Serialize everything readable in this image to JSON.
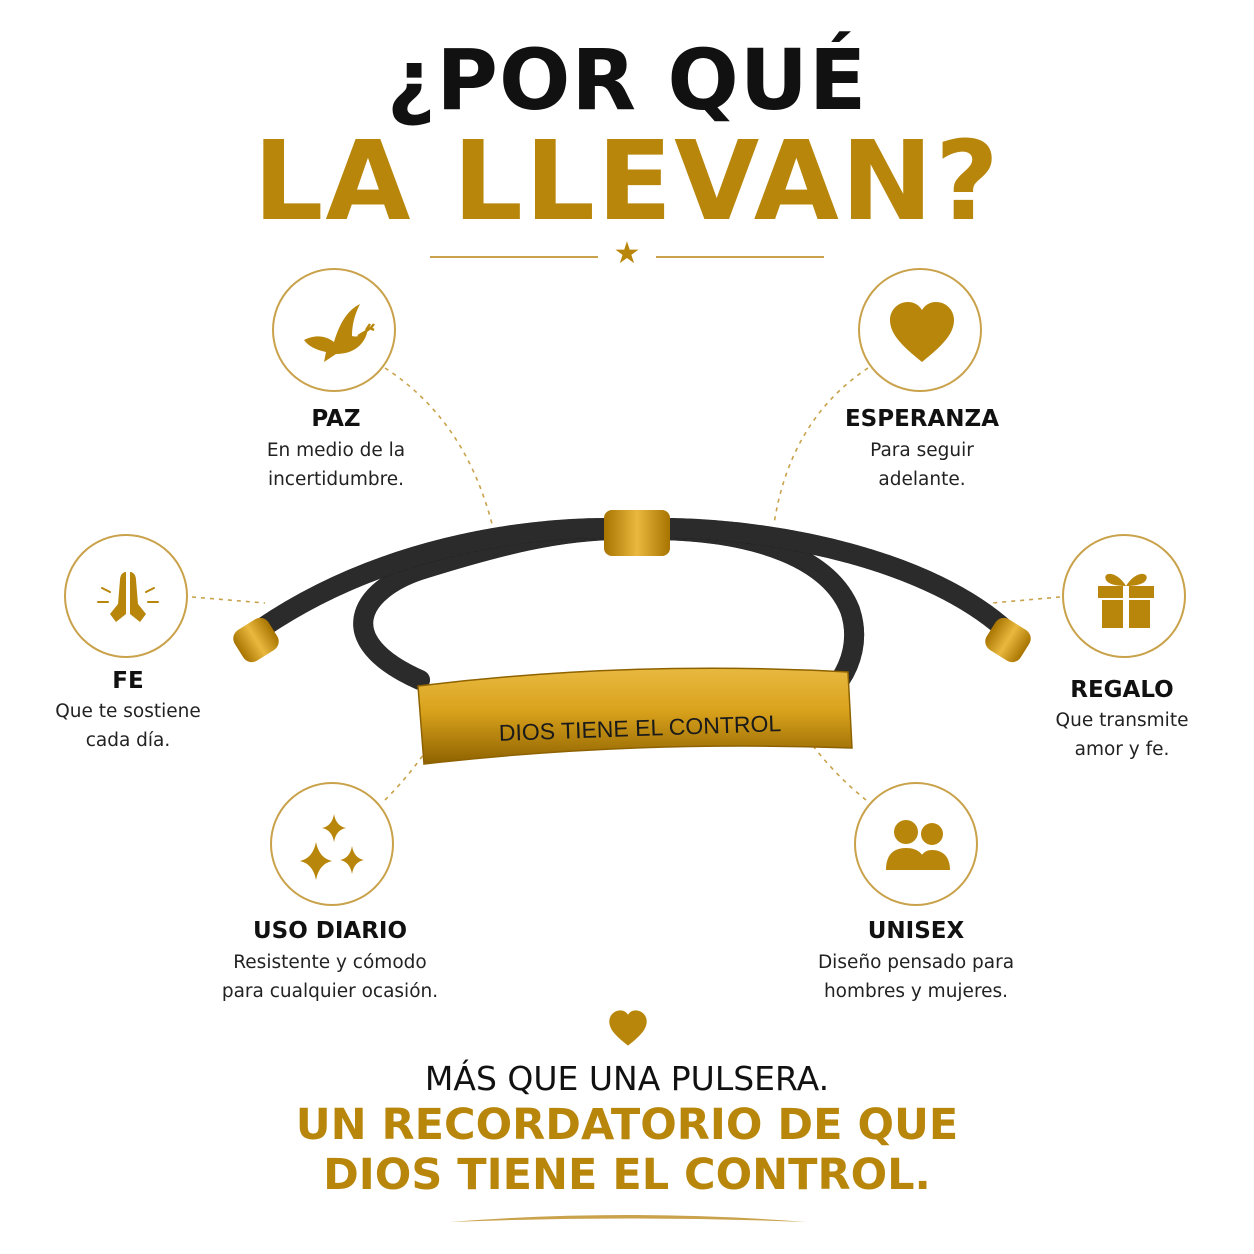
{
  "header": {
    "line1": "¿POR QUÉ",
    "line2": "LA LLEVAN?",
    "star": "★"
  },
  "features": {
    "paz": {
      "title": "PAZ",
      "line1": "En medio de la",
      "line2": "incertidumbre.",
      "icon": "dove-icon"
    },
    "esperanza": {
      "title": "ESPERANZA",
      "line1": "Para seguir",
      "line2": "adelante.",
      "icon": "heart-icon"
    },
    "fe": {
      "title": "FE",
      "line1": "Que te sostiene",
      "line2": "cada día.",
      "icon": "praying-hands-icon"
    },
    "regalo": {
      "title": "REGALO",
      "line1": "Que transmite",
      "line2": "amor y fe.",
      "icon": "gift-icon"
    },
    "uso_diario": {
      "title": "USO DIARIO",
      "line1": "Resistente y cómodo",
      "line2": "para cualquier ocasión.",
      "icon": "sparkles-icon"
    },
    "unisex": {
      "title": "UNISEX",
      "line1": "Diseño pensado para",
      "line2": "hombres y mujeres.",
      "icon": "people-icon"
    }
  },
  "product": {
    "engraving": "DIOS TIENE EL CONTROL"
  },
  "footer": {
    "line1": "MÁS QUE UNA PULSERA.",
    "line2": "UN RECORDATORIO DE QUE",
    "line3": "DIOS TIENE EL CONTROL.",
    "icon": "heart-icon"
  },
  "colors": {
    "gold": "#B8860B",
    "gold_light": "#C9A24B",
    "text_dark": "#111111",
    "cord": "#1a1a1a",
    "background": "#ffffff"
  }
}
